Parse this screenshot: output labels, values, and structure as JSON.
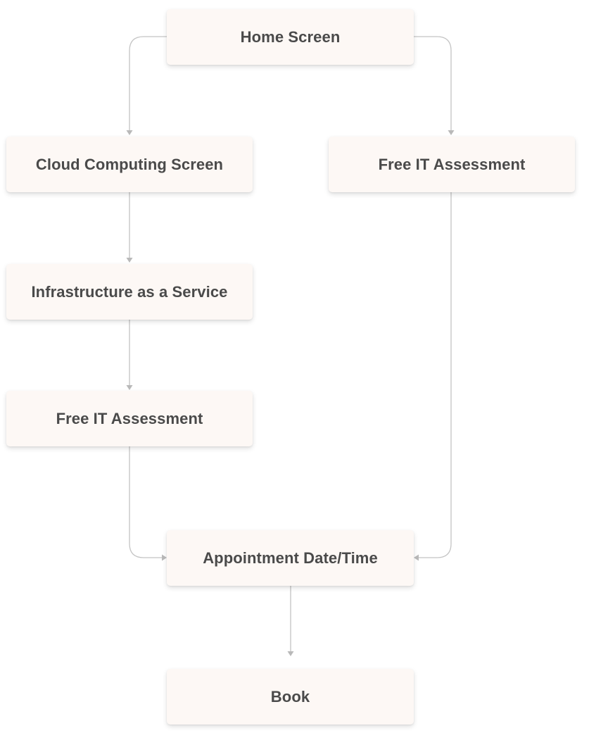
{
  "flow": {
    "nodes": [
      {
        "id": "home",
        "label": "Home Screen"
      },
      {
        "id": "cloud",
        "label": "Cloud Computing Screen"
      },
      {
        "id": "assessment_right",
        "label": "Free IT Assessment"
      },
      {
        "id": "iaas",
        "label": "Infrastructure as a Service"
      },
      {
        "id": "assessment_left",
        "label": "Free IT Assessment"
      },
      {
        "id": "appointment",
        "label": "Appointment Date/Time"
      },
      {
        "id": "book",
        "label": "Book"
      }
    ],
    "edges": [
      {
        "from": "home",
        "to": "cloud"
      },
      {
        "from": "home",
        "to": "assessment_right"
      },
      {
        "from": "cloud",
        "to": "iaas"
      },
      {
        "from": "iaas",
        "to": "assessment_left"
      },
      {
        "from": "assessment_left",
        "to": "appointment"
      },
      {
        "from": "assessment_right",
        "to": "appointment"
      },
      {
        "from": "appointment",
        "to": "book"
      }
    ]
  }
}
